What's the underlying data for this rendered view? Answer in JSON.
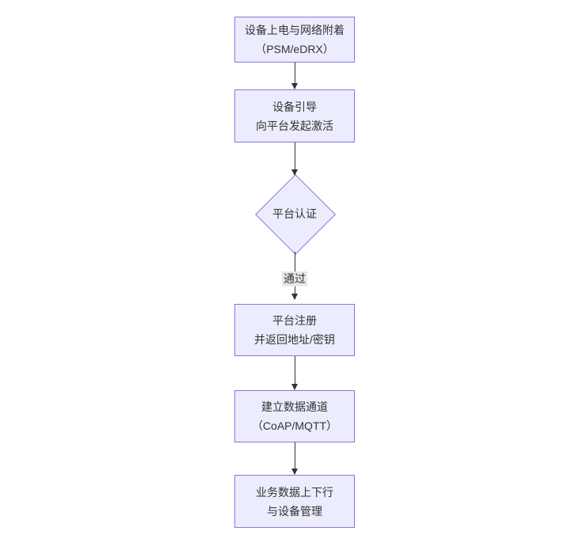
{
  "flowchart": {
    "colors": {
      "background": "#ffffff",
      "node_fill": "#ECECFF",
      "node_border": "#9370DB",
      "text": "#333333",
      "edge": "#333333",
      "edge_label_bg": "#e8e8e8"
    },
    "nodes": [
      {
        "id": "power-network-attach",
        "shape": "rect",
        "lines": [
          "设备上电与网络附着",
          "（PSM/eDRX）"
        ]
      },
      {
        "id": "device-bootstrap",
        "shape": "rect",
        "lines": [
          "设备引导",
          "向平台发起激活"
        ]
      },
      {
        "id": "platform-auth",
        "shape": "diamond",
        "lines": [
          "平台认证"
        ]
      },
      {
        "id": "platform-register",
        "shape": "rect",
        "lines": [
          "平台注册",
          "并返回地址/密钥"
        ]
      },
      {
        "id": "data-channel",
        "shape": "rect",
        "lines": [
          "建立数据通道",
          "（CoAP/MQTT）"
        ]
      },
      {
        "id": "business-data",
        "shape": "rect",
        "lines": [
          "业务数据上下行",
          "与设备管理"
        ]
      }
    ],
    "edges": [
      {
        "from": "power-network-attach",
        "to": "device-bootstrap",
        "label": ""
      },
      {
        "from": "device-bootstrap",
        "to": "platform-auth",
        "label": ""
      },
      {
        "from": "platform-auth",
        "to": "platform-register",
        "label": "通过"
      },
      {
        "from": "platform-register",
        "to": "data-channel",
        "label": ""
      },
      {
        "from": "data-channel",
        "to": "business-data",
        "label": ""
      }
    ]
  }
}
